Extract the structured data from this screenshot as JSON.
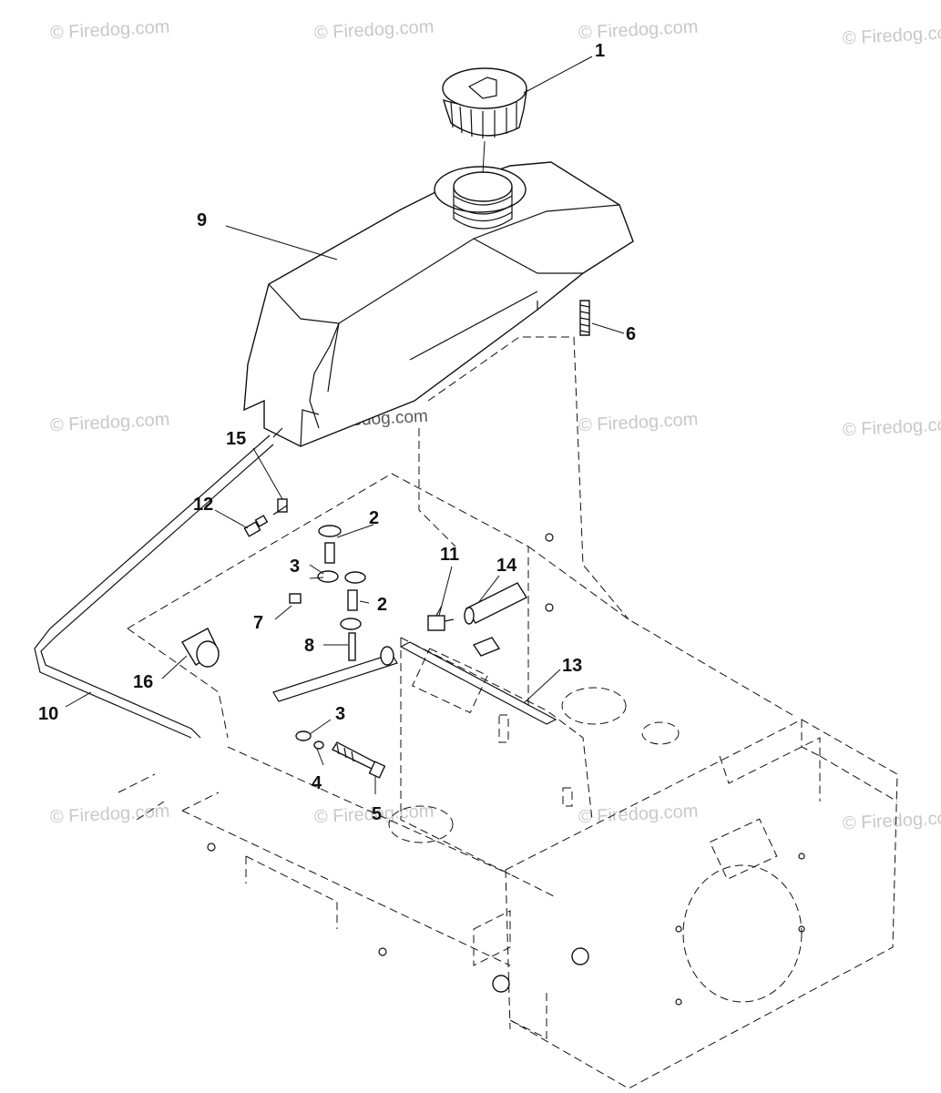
{
  "watermark": {
    "text": "© Firedog.com",
    "center_text": "© Firedog.com"
  },
  "callouts": [
    {
      "id": "1",
      "label": "1"
    },
    {
      "id": "9",
      "label": "9"
    },
    {
      "id": "6",
      "label": "6"
    },
    {
      "id": "15",
      "label": "15"
    },
    {
      "id": "12",
      "label": "12"
    },
    {
      "id": "2a",
      "label": "2"
    },
    {
      "id": "3a",
      "label": "3"
    },
    {
      "id": "2b",
      "label": "2"
    },
    {
      "id": "11",
      "label": "11"
    },
    {
      "id": "14",
      "label": "14"
    },
    {
      "id": "7",
      "label": "7"
    },
    {
      "id": "8",
      "label": "8"
    },
    {
      "id": "13",
      "label": "13"
    },
    {
      "id": "16",
      "label": "16"
    },
    {
      "id": "10",
      "label": "10"
    },
    {
      "id": "3b",
      "label": "3"
    },
    {
      "id": "4",
      "label": "4"
    },
    {
      "id": "5",
      "label": "5"
    }
  ],
  "colors": {
    "line": "#111111",
    "watermark": "#c8c8c8",
    "background": "#ffffff"
  }
}
